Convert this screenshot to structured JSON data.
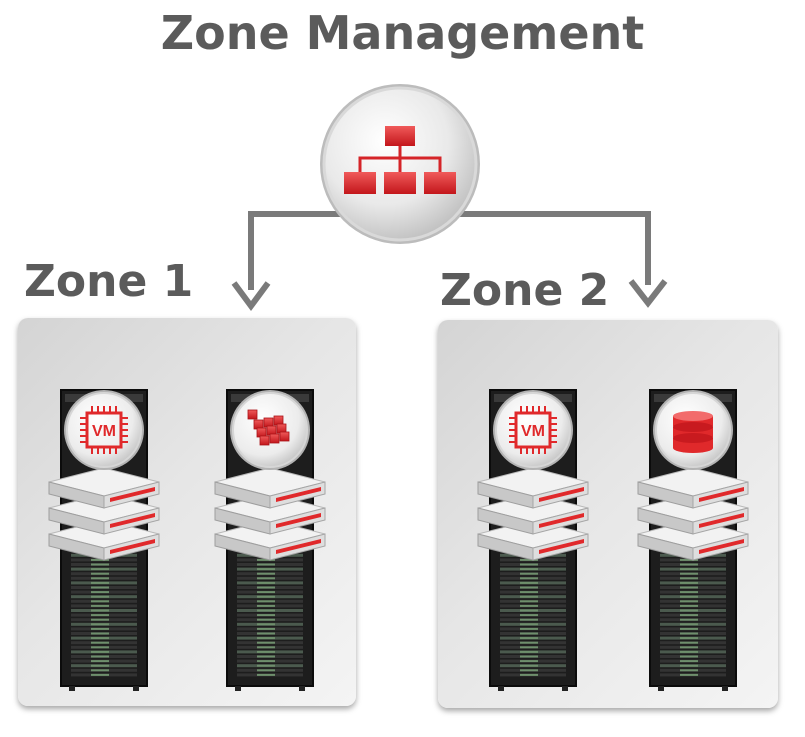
{
  "title": "Zone Management",
  "hub": {
    "icon": "hierarchy-icon"
  },
  "zones": [
    {
      "label": "Zone 1",
      "racks": [
        {
          "icon": "vm-chip-icon",
          "icon_text": "VM"
        },
        {
          "icon": "cubes-icon"
        }
      ]
    },
    {
      "label": "Zone 2",
      "racks": [
        {
          "icon": "vm-chip-icon",
          "icon_text": "VM"
        },
        {
          "icon": "database-icon"
        }
      ]
    }
  ],
  "colors": {
    "accent": "#e0292b",
    "text": "#5b5b5b",
    "connector": "#7a7a7a"
  }
}
